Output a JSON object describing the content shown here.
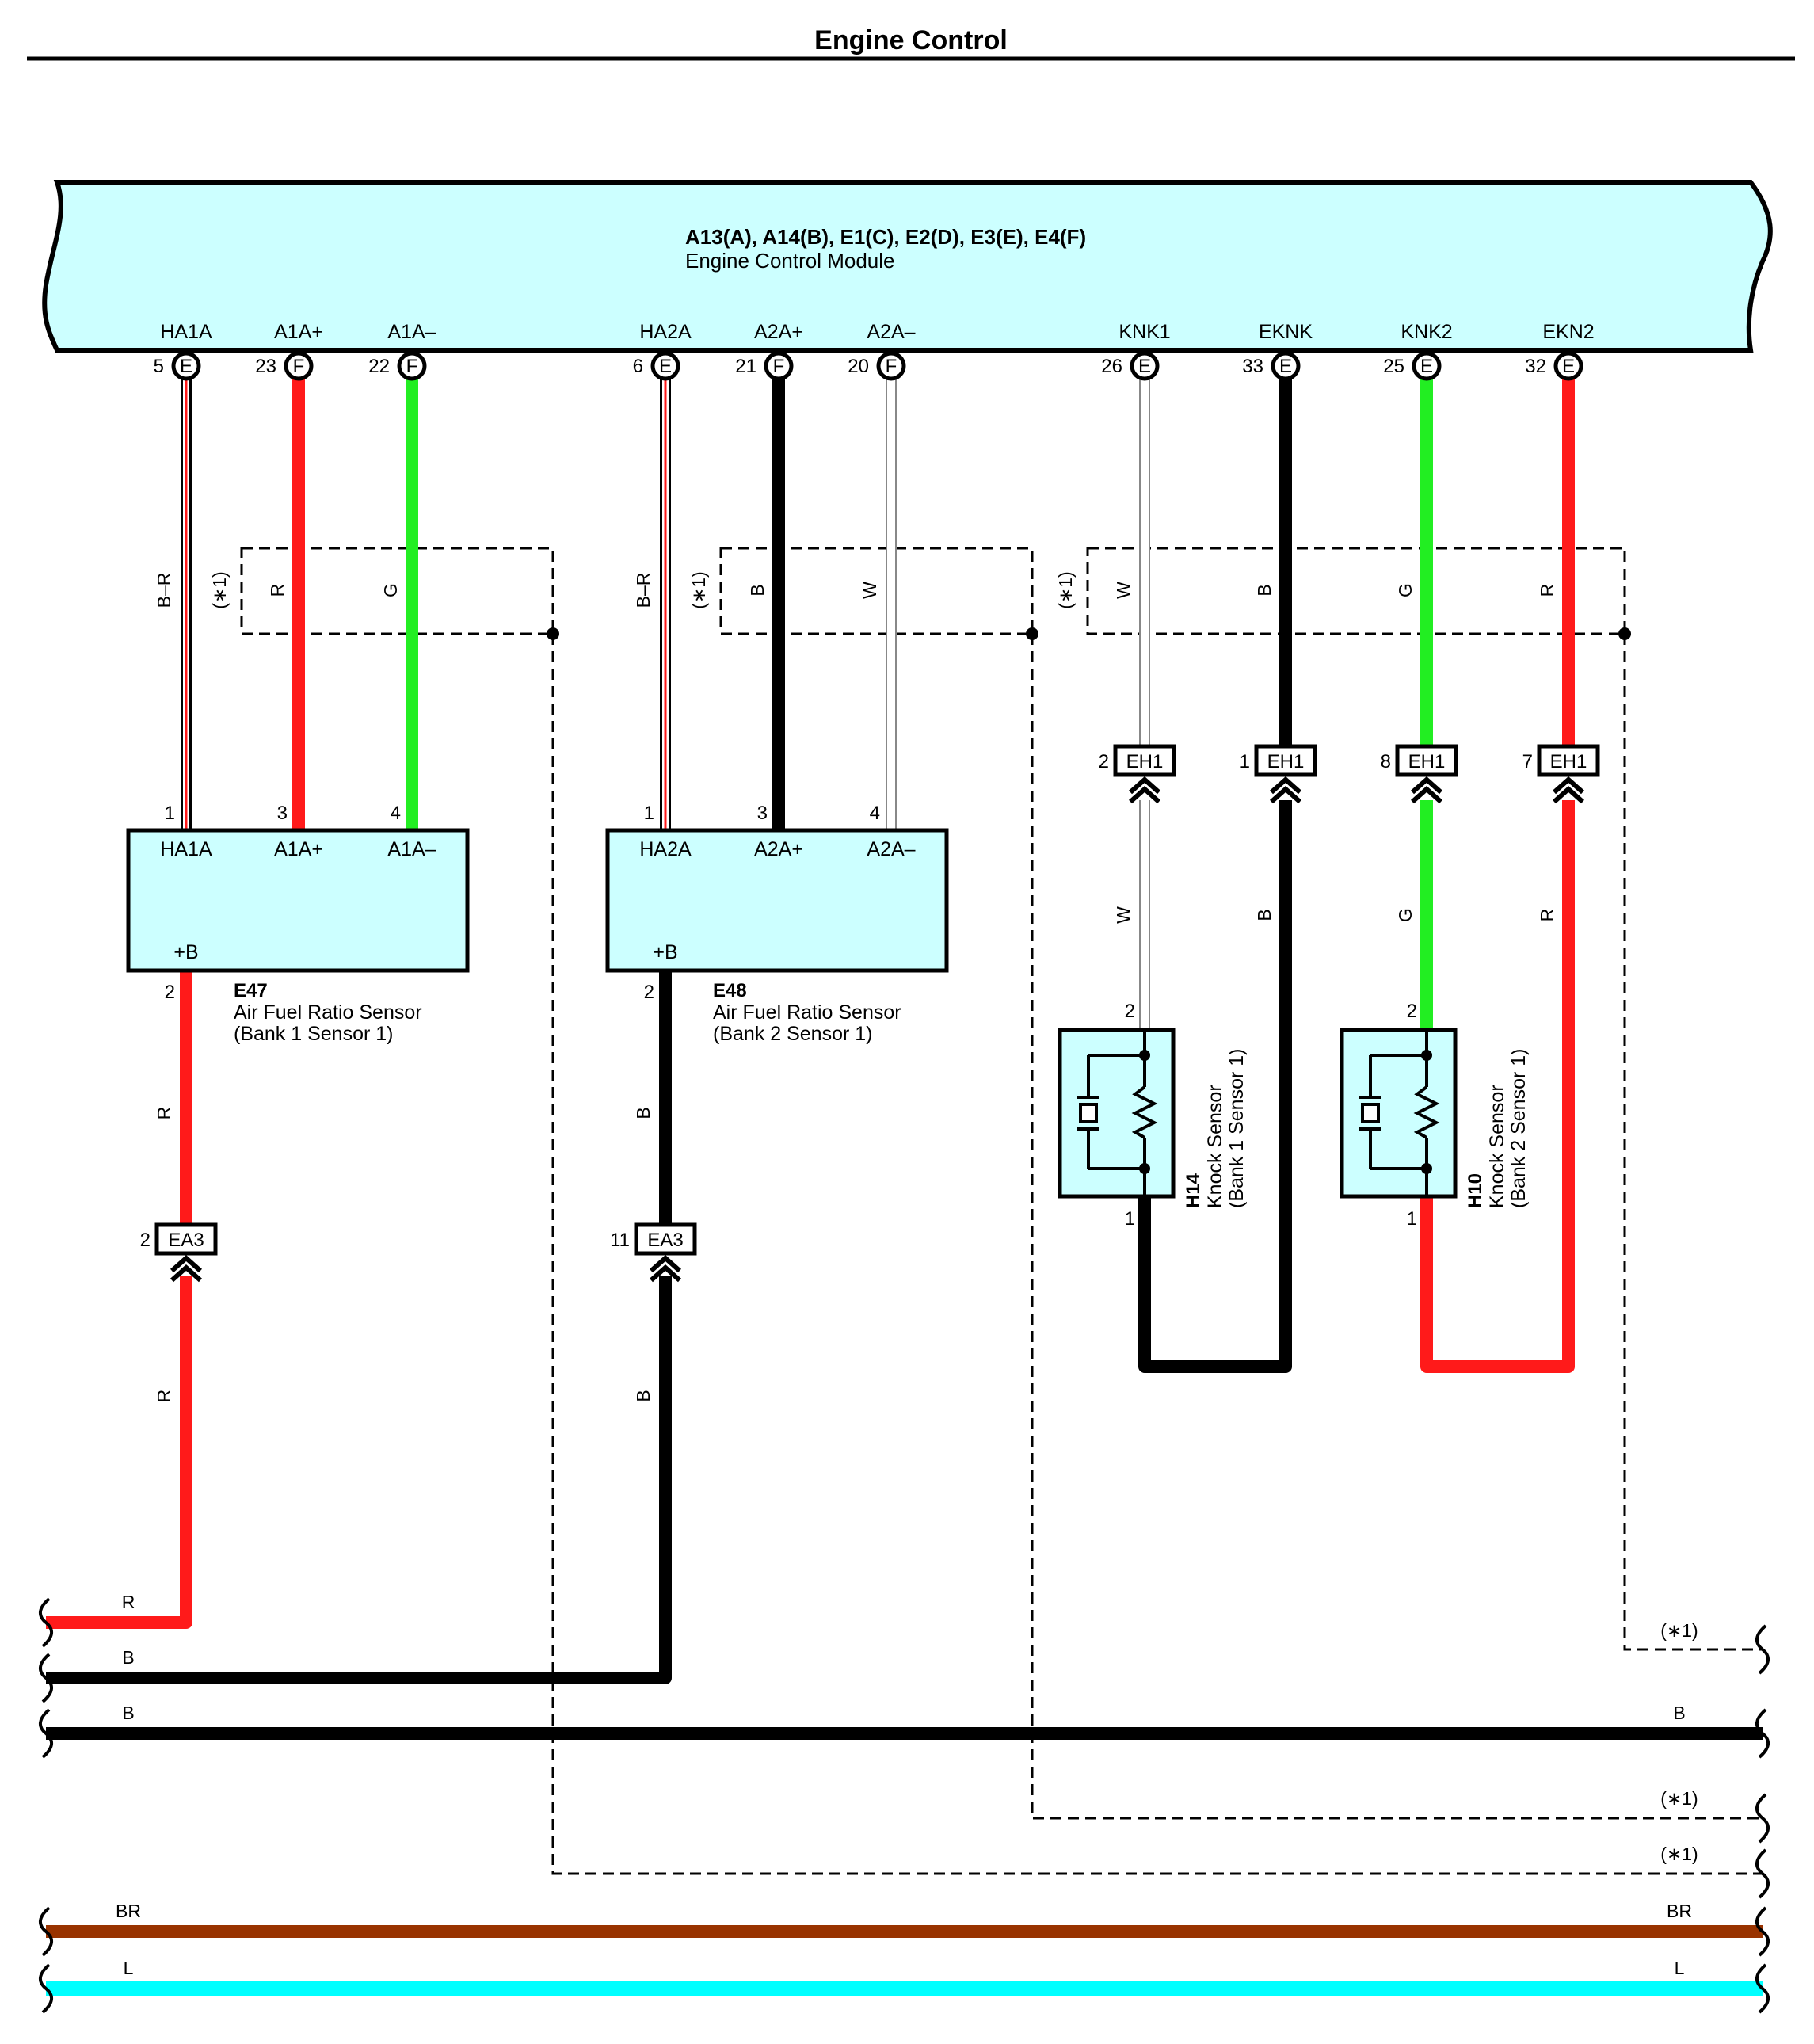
{
  "header": {
    "title": "Engine Control"
  },
  "ecm": {
    "codes": "A13(A), A14(B), E1(C), E2(D), E3(E), E4(F)",
    "name": "Engine Control Module",
    "pins": [
      {
        "label": "HA1A",
        "num": "5",
        "conn": "E"
      },
      {
        "label": "A1A+",
        "num": "23",
        "conn": "F"
      },
      {
        "label": "A1A–",
        "num": "22",
        "conn": "F"
      },
      {
        "label": "HA2A",
        "num": "6",
        "conn": "E"
      },
      {
        "label": "A2A+",
        "num": "21",
        "conn": "F"
      },
      {
        "label": "A2A–",
        "num": "20",
        "conn": "F"
      },
      {
        "label": "KNK1",
        "num": "26",
        "conn": "E"
      },
      {
        "label": "EKNK",
        "num": "33",
        "conn": "E"
      },
      {
        "label": "KNK2",
        "num": "25",
        "conn": "E"
      },
      {
        "label": "EKN2",
        "num": "32",
        "conn": "E"
      }
    ]
  },
  "wire_colors": {
    "R": "#ff1a1a",
    "G": "#22ee22",
    "B": "#000000",
    "W": "#ffffff",
    "BR": "#993300",
    "L": "#00ffff",
    "box_fill": "#ccffff"
  },
  "wire_labels": {
    "upper": [
      "B–R",
      "R",
      "G",
      "B–R",
      "B",
      "W",
      "W",
      "B",
      "G",
      "R"
    ],
    "lower": [
      "W",
      "B",
      "G",
      "R"
    ],
    "afs_out": [
      "R",
      "B"
    ],
    "afs_below": [
      "R",
      "B"
    ]
  },
  "shield_note": "(∗1)",
  "junctions": {
    "eh1": {
      "name": "EH1",
      "pins": [
        "2",
        "1",
        "8",
        "7"
      ]
    },
    "ea3": {
      "name": "EA3",
      "pins": [
        "2",
        "11"
      ]
    }
  },
  "af_sensors": [
    {
      "code": "E47",
      "name": "Air Fuel Ratio Sensor",
      "sub": "(Bank 1 Sensor 1)",
      "pins": [
        "HA1A",
        "A1A+",
        "A1A–"
      ],
      "pin_nums": [
        "1",
        "3",
        "4"
      ],
      "plus_b": "+B",
      "out_pin": "2"
    },
    {
      "code": "E48",
      "name": "Air Fuel Ratio Sensor",
      "sub": "(Bank 2 Sensor 1)",
      "pins": [
        "HA2A",
        "A2A+",
        "A2A–"
      ],
      "pin_nums": [
        "1",
        "3",
        "4"
      ],
      "plus_b": "+B",
      "out_pin": "2"
    }
  ],
  "knock_sensors": [
    {
      "code": "H14",
      "name": "Knock Sensor",
      "sub": "(Bank 1 Sensor 1)",
      "pin_top": "2",
      "pin_bottom": "1"
    },
    {
      "code": "H10",
      "name": "Knock Sensor",
      "sub": "(Bank 2 Sensor 1)",
      "pin_top": "2",
      "pin_bottom": "1"
    }
  ],
  "bottom_buses": [
    {
      "label_left": "R",
      "label_right": ""
    },
    {
      "label_left": "",
      "label_right": "(∗1)"
    },
    {
      "label_left": "B",
      "label_right": ""
    },
    {
      "label_left": "B",
      "label_right": "B"
    },
    {
      "label_left": "",
      "label_right": "(∗1)"
    },
    {
      "label_left": "",
      "label_right": "(∗1)"
    },
    {
      "label_left": "BR",
      "label_right": "BR"
    },
    {
      "label_left": "L",
      "label_right": "L"
    }
  ]
}
